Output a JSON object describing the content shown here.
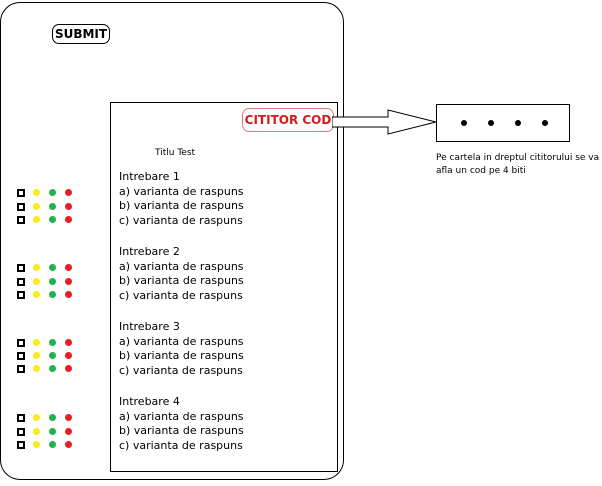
{
  "device": {
    "submit_label": "SUBMIT",
    "sheet_title": "Titlu Test",
    "questions": [
      {
        "title": "Intrebare 1",
        "answers": [
          "a) varianta de raspuns",
          "b) varianta de raspuns",
          "c) varianta de raspuns"
        ]
      },
      {
        "title": "Intrebare 2",
        "answers": [
          "a) varianta de raspuns",
          "b) varianta de raspuns",
          "c) varianta de raspuns"
        ]
      },
      {
        "title": "Intrebare 3",
        "answers": [
          "a) varianta de raspuns",
          "b) varianta de raspuns",
          "c) varianta de raspuns"
        ]
      },
      {
        "title": "Intrebare 4",
        "answers": [
          "a) varianta de raspuns",
          "b) varianta de raspuns",
          "c) varianta de raspuns"
        ]
      }
    ],
    "indicator_colors": {
      "yellow": "#ffe81c",
      "green": "#1fb34b",
      "red": "#ec1c24"
    }
  },
  "reader": {
    "label": "CITITOR COD",
    "label_color": "#d21b1b",
    "code_bits": 4,
    "caption": "Pe cartela in dreptul cititorului se va afla un cod pe 4 biti"
  }
}
